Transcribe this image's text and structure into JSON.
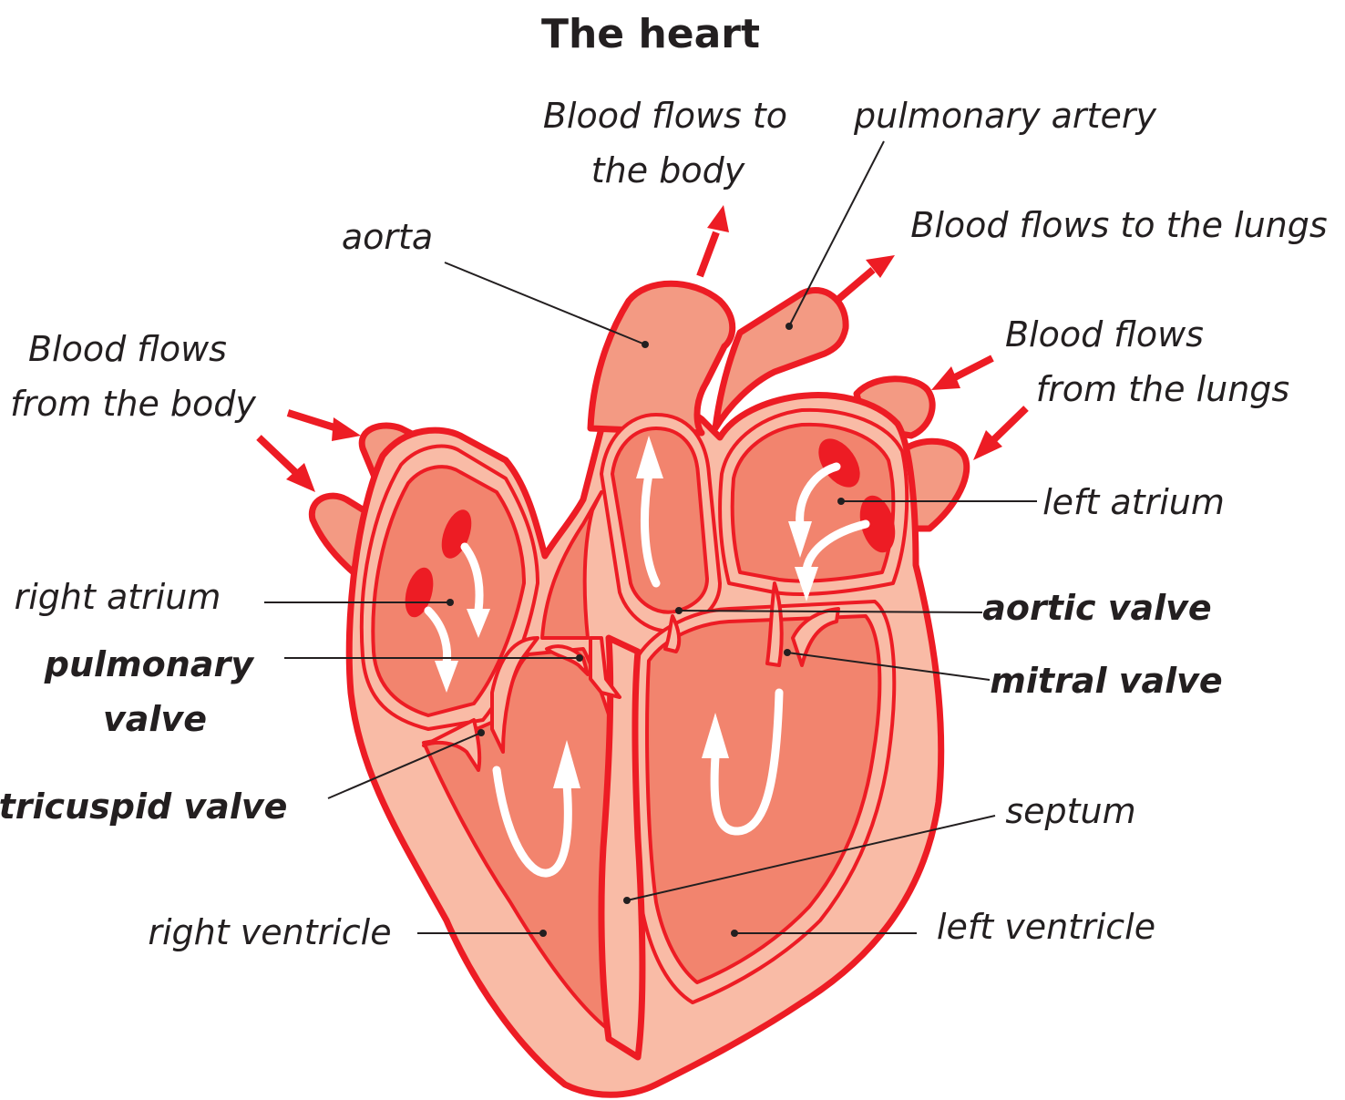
{
  "title": "The heart",
  "labels": {
    "blood_to_body": [
      "Blood flows to",
      "the body"
    ],
    "pulmonary_artery": "pulmonary artery",
    "blood_to_lungs": "Blood flows to the lungs",
    "aorta": "aorta",
    "blood_from_body": [
      "Blood flows",
      "from the body"
    ],
    "blood_from_lungs": [
      "Blood flows",
      "from the lungs"
    ],
    "left_atrium": "left atrium",
    "right_atrium": "right atrium",
    "aortic_valve": "aortic valve",
    "pulmonary_valve": [
      "pulmonary",
      "valve"
    ],
    "mitral_valve": "mitral valve",
    "tricuspid_valve": "tricuspid valve",
    "septum": "septum",
    "right_ventricle": "right ventricle",
    "left_ventricle": "left ventricle"
  },
  "colors": {
    "outline": "#ed1c24",
    "wall": "#f9bba6",
    "vessel": "#f39a83",
    "chamber": "#f2846e",
    "flow_arrow": "#ffffff",
    "text": "#231f20"
  }
}
